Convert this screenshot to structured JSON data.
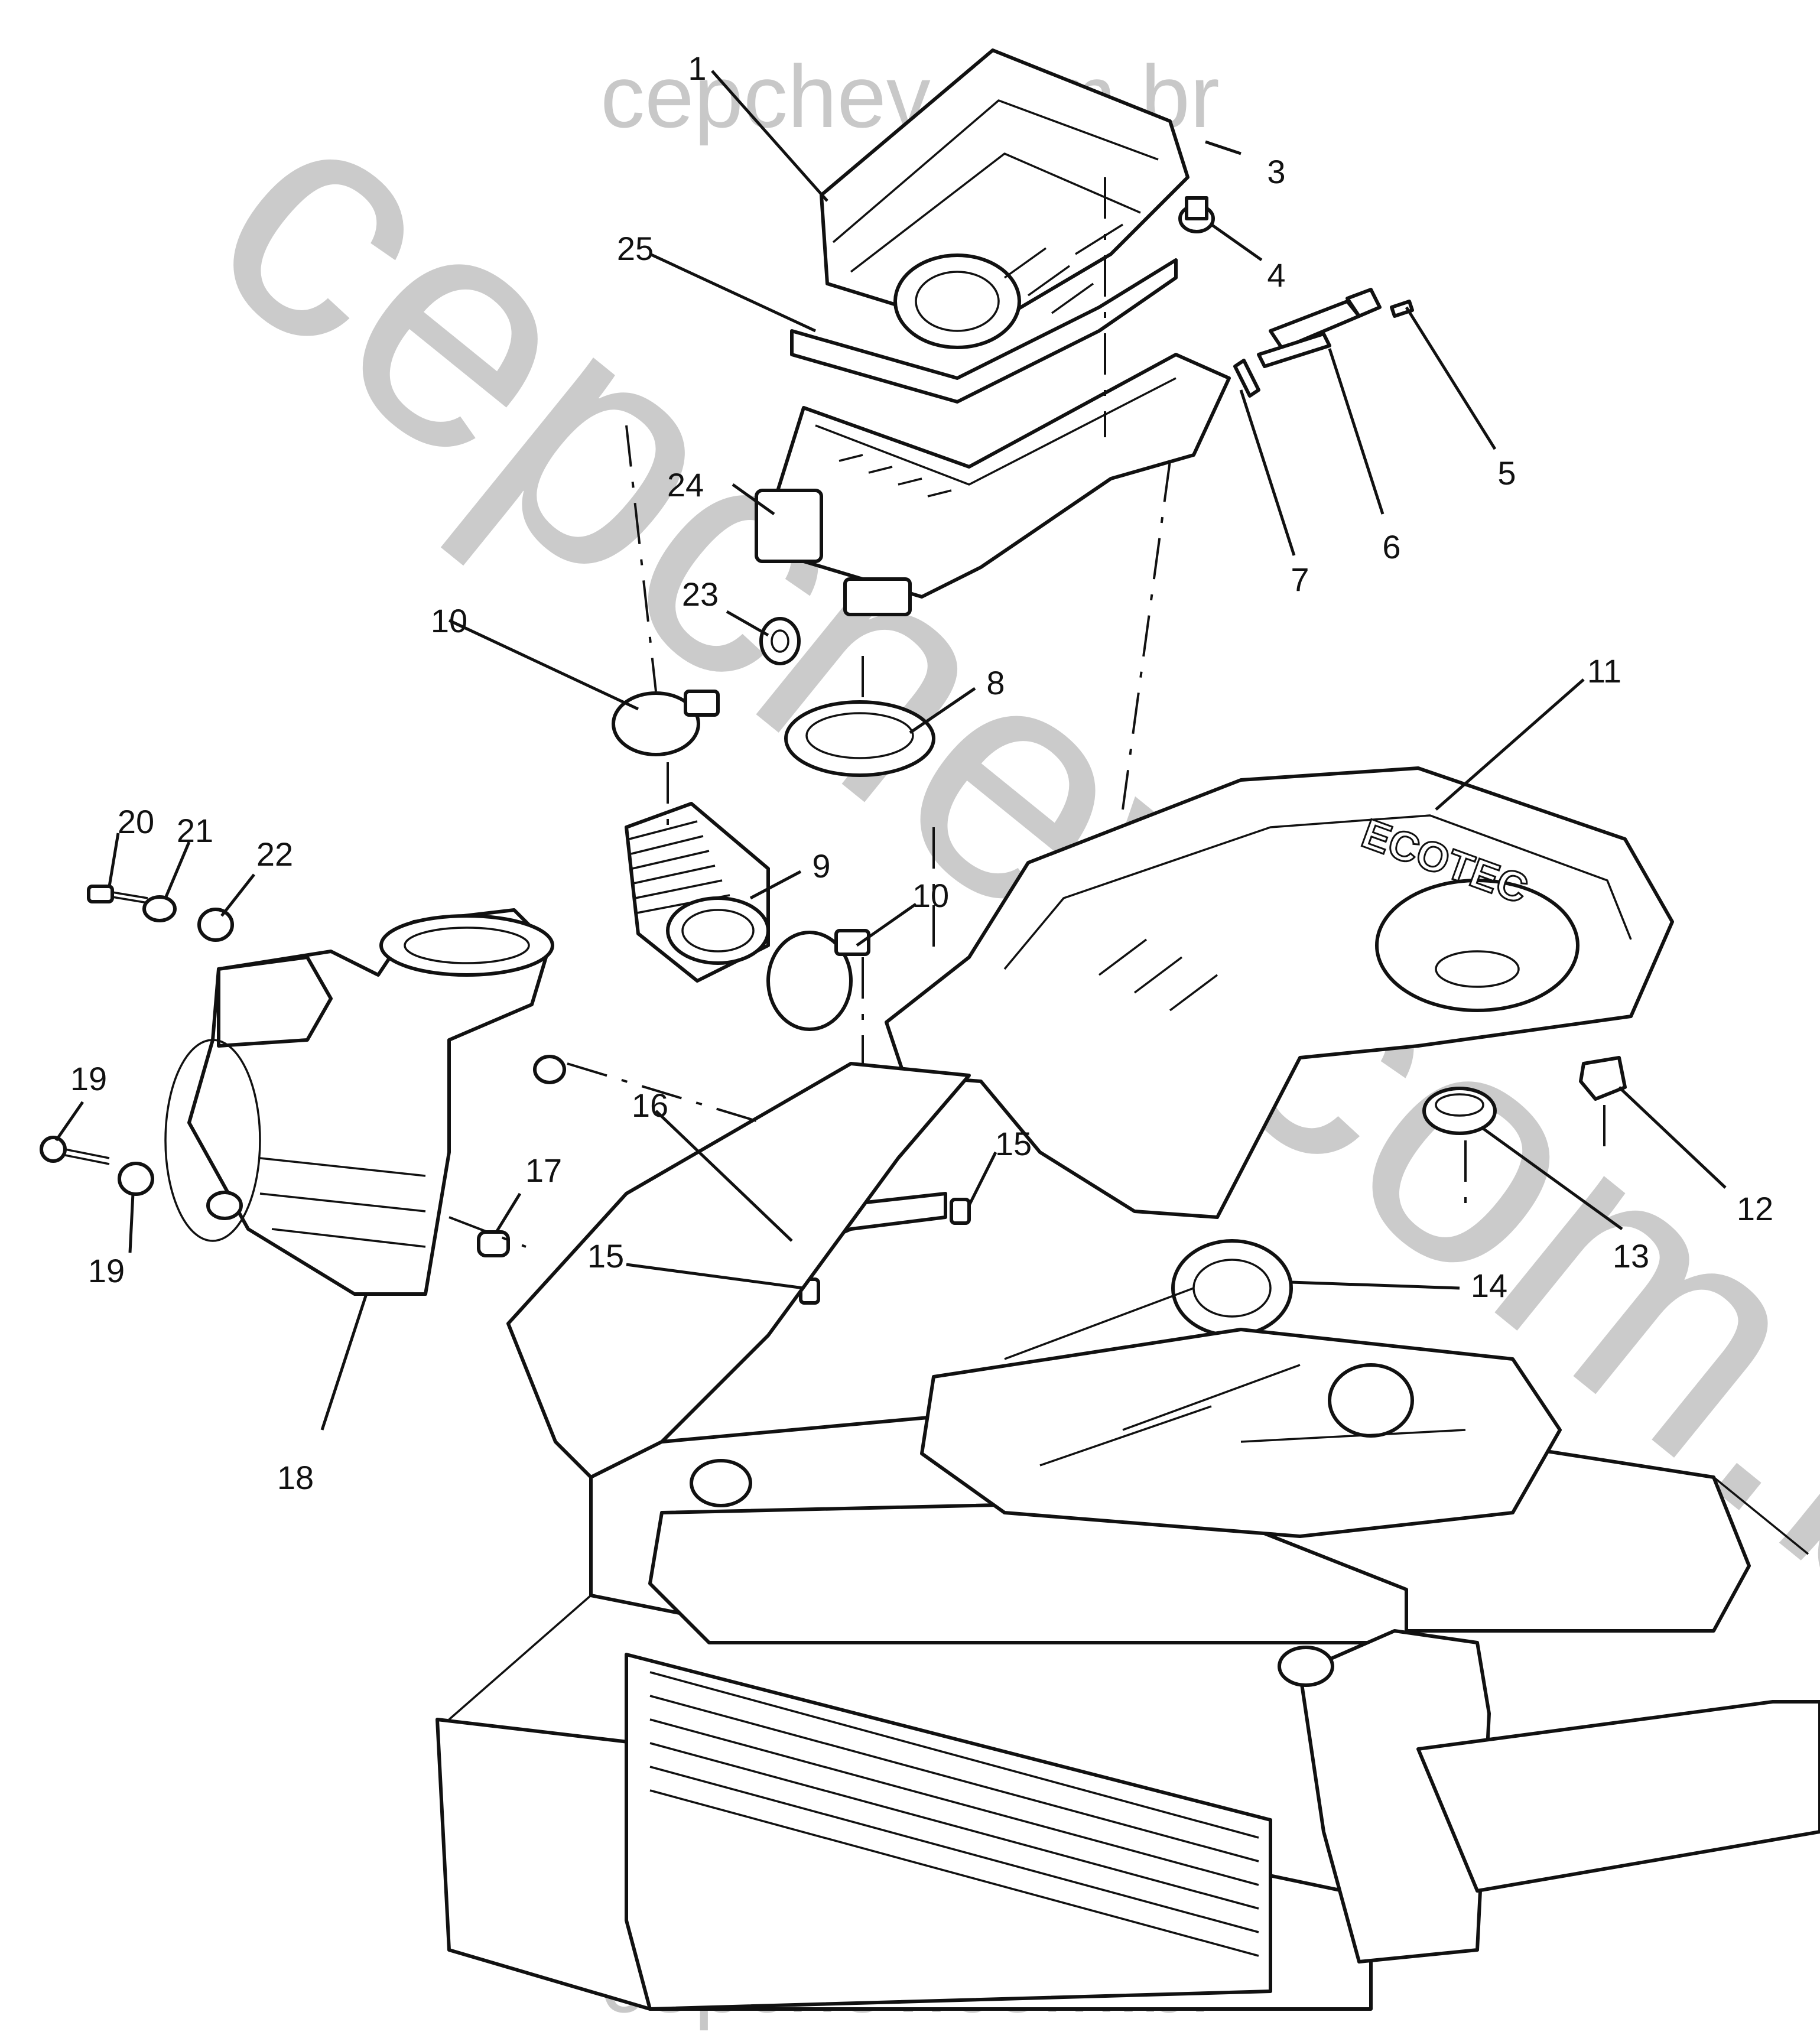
{
  "watermark": {
    "text": "cepchev.com.br",
    "color": "#c8c8c8"
  },
  "engine_cover_text": "ECOTEC",
  "callouts": [
    {
      "id": "1",
      "label": "1"
    },
    {
      "id": "3",
      "label": "3"
    },
    {
      "id": "4",
      "label": "4"
    },
    {
      "id": "5",
      "label": "5"
    },
    {
      "id": "6",
      "label": "6"
    },
    {
      "id": "7",
      "label": "7"
    },
    {
      "id": "8",
      "label": "8"
    },
    {
      "id": "9",
      "label": "9"
    },
    {
      "id": "10a",
      "label": "10"
    },
    {
      "id": "10b",
      "label": "10"
    },
    {
      "id": "11",
      "label": "11"
    },
    {
      "id": "12",
      "label": "12"
    },
    {
      "id": "13",
      "label": "13"
    },
    {
      "id": "14",
      "label": "14"
    },
    {
      "id": "15a",
      "label": "15"
    },
    {
      "id": "15b",
      "label": "15"
    },
    {
      "id": "16",
      "label": "16"
    },
    {
      "id": "17",
      "label": "17"
    },
    {
      "id": "18",
      "label": "18"
    },
    {
      "id": "19a",
      "label": "19"
    },
    {
      "id": "19b",
      "label": "19"
    },
    {
      "id": "20",
      "label": "20"
    },
    {
      "id": "21",
      "label": "21"
    },
    {
      "id": "22",
      "label": "22"
    },
    {
      "id": "23",
      "label": "23"
    },
    {
      "id": "24",
      "label": "24"
    },
    {
      "id": "25",
      "label": "25"
    }
  ]
}
